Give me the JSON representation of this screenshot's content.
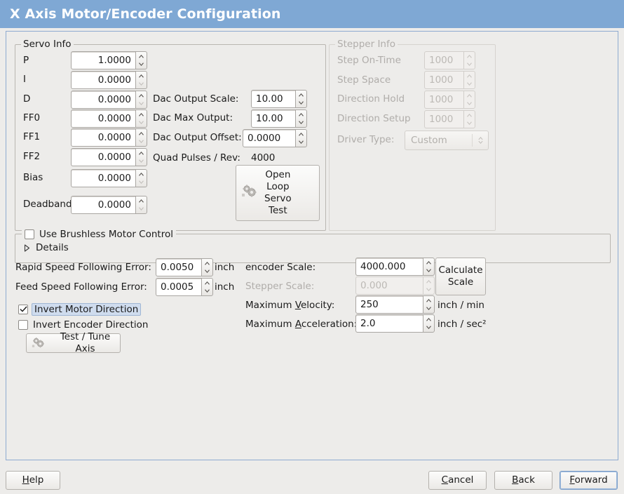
{
  "window": {
    "title": "X Axis Motor/Encoder Configuration",
    "titlebar_color": "#7fa8d4",
    "panel_border_color": "#8eabd0",
    "background_color": "#edecea"
  },
  "servo_info": {
    "legend": "Servo Info",
    "fields": [
      {
        "label": "P",
        "value": "1.0000"
      },
      {
        "label": "I",
        "value": "0.0000"
      },
      {
        "label": "D",
        "value": "0.0000"
      },
      {
        "label": "FF0",
        "value": "0.0000"
      },
      {
        "label": "FF1",
        "value": "0.0000"
      },
      {
        "label": "FF2",
        "value": "0.0000"
      },
      {
        "label": "Bias",
        "value": "0.0000"
      },
      {
        "label": "Deadband",
        "value": "0.0000"
      }
    ],
    "dac": [
      {
        "label": "Dac Output Scale:",
        "value": "10.00"
      },
      {
        "label": "Dac Max Output:",
        "value": "10.00"
      },
      {
        "label": "Dac Output Offset:",
        "value": "0.0000"
      }
    ],
    "quad_pulses_label": "Quad Pulses / Rev:",
    "quad_pulses_value": "4000",
    "open_loop_button": "Open\nLoop\nServo\nTest",
    "open_loop_lines": [
      "Open",
      "Loop",
      "Servo",
      "Test"
    ],
    "open_loop_icon": "gears-icon"
  },
  "stepper_info": {
    "legend": "Stepper Info",
    "enabled": false,
    "fields": [
      {
        "label": "Step On-Time",
        "value": "1000"
      },
      {
        "label": "Step Space",
        "value": "1000"
      },
      {
        "label": "Direction Hold",
        "value": "1000"
      },
      {
        "label": "Direction Setup",
        "value": "1000"
      }
    ],
    "driver_type_label": "Driver Type:",
    "driver_type_value": "Custom"
  },
  "brushless": {
    "checkbox_label": "Use Brushless Motor Control",
    "checked": false,
    "details_label": "Details",
    "details_expanded": false
  },
  "tuning": {
    "rapid_label": "Rapid Speed Following Error:",
    "rapid_value": "0.0050",
    "rapid_unit": "inch",
    "feed_label": "Feed Speed Following Error:",
    "feed_value": "0.0005",
    "feed_unit": "inch",
    "invert_motor_label": "Invert Motor Direction",
    "invert_motor_checked": true,
    "invert_encoder_label": "Invert Encoder Direction",
    "invert_encoder_checked": false,
    "test_tune_label": "Test / Tune Axis",
    "test_tune_icon": "gears-icon"
  },
  "scales": {
    "encoder_label": "encoder Scale:",
    "encoder_value": "4000.000",
    "stepper_label": "Stepper Scale:",
    "stepper_value": "0.000",
    "stepper_enabled": false,
    "calculate_lines": [
      "Calculate",
      "Scale"
    ],
    "max_velocity_label_pre": "Maximum ",
    "max_velocity_label_key": "V",
    "max_velocity_label_post": "elocity:",
    "max_velocity_value": "250",
    "max_velocity_unit": "inch / min",
    "max_accel_label_pre": "Maximum ",
    "max_accel_label_key": "A",
    "max_accel_label_post": "cceleration:",
    "max_accel_value": "2.0",
    "max_accel_unit": "inch / sec²"
  },
  "footer": {
    "help_pre": "",
    "help_key": "H",
    "help_post": "elp",
    "cancel_pre": "",
    "cancel_key": "C",
    "cancel_post": "ancel",
    "back_pre": "",
    "back_key": "B",
    "back_post": "ack",
    "forward_pre": "",
    "forward_key": "F",
    "forward_post": "orward"
  }
}
